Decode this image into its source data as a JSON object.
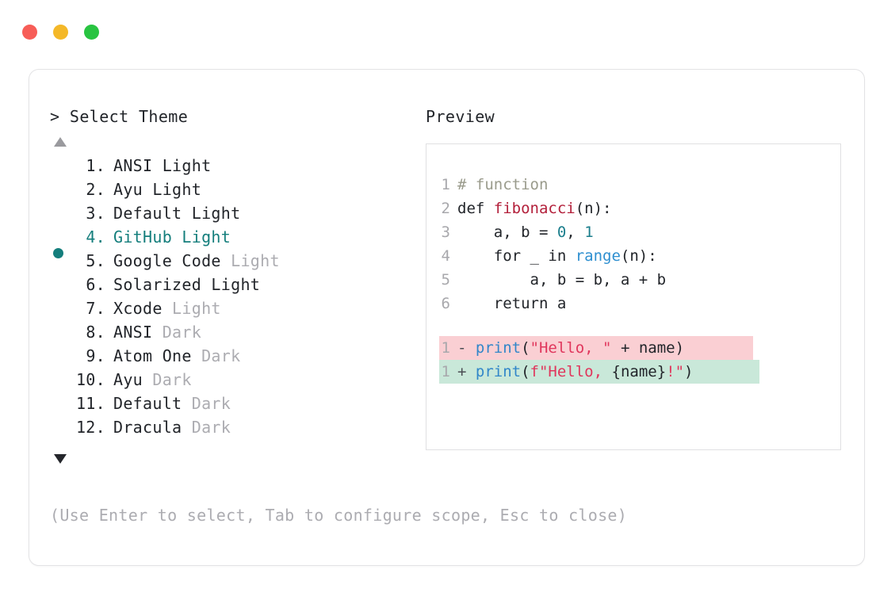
{
  "window": {
    "dots": [
      {
        "name": "close",
        "color": "#F75D57"
      },
      {
        "name": "minimize",
        "color": "#F4B828"
      },
      {
        "name": "maximize",
        "color": "#28C441"
      }
    ]
  },
  "left": {
    "prompt": "> Select Theme",
    "scroll_up_glyph": "▲",
    "scroll_down_glyph": "▼",
    "selected_index": 4,
    "selected_bullet": "●",
    "items": [
      {
        "index": "1.",
        "name": "ANSI",
        "variant": " Light",
        "variant_dim": false,
        "selected": false
      },
      {
        "index": "2.",
        "name": "Ayu",
        "variant": " Light",
        "variant_dim": false,
        "selected": false
      },
      {
        "index": "3.",
        "name": "Default",
        "variant": " Light",
        "variant_dim": false,
        "selected": false
      },
      {
        "index": "4.",
        "name": "GitHub",
        "variant": " Light",
        "variant_dim": false,
        "selected": true
      },
      {
        "index": "5.",
        "name": "Google Code",
        "variant": " Light",
        "variant_dim": true,
        "selected": false
      },
      {
        "index": "6.",
        "name": "Solarized",
        "variant": " Light",
        "variant_dim": false,
        "selected": false
      },
      {
        "index": "7.",
        "name": "Xcode",
        "variant": " Light",
        "variant_dim": true,
        "selected": false
      },
      {
        "index": "8.",
        "name": "ANSI",
        "variant": " Dark",
        "variant_dim": true,
        "selected": false
      },
      {
        "index": "9.",
        "name": "Atom One",
        "variant": " Dark",
        "variant_dim": true,
        "selected": false
      },
      {
        "index": "10.",
        "name": "Ayu",
        "variant": " Dark",
        "variant_dim": true,
        "selected": false
      },
      {
        "index": "11.",
        "name": "Default",
        "variant": " Dark",
        "variant_dim": true,
        "selected": false
      },
      {
        "index": "12.",
        "name": "Dracula",
        "variant": " Dark",
        "variant_dim": true,
        "selected": false
      }
    ]
  },
  "right": {
    "label": "Preview",
    "code_lines": [
      {
        "no": "1",
        "tokens": [
          {
            "t": "# function",
            "c": "comment"
          }
        ]
      },
      {
        "no": "2",
        "tokens": [
          {
            "t": "def ",
            "c": "kw"
          },
          {
            "t": "fibonacci",
            "c": "fn"
          },
          {
            "t": "(n):",
            "c": "plain"
          }
        ]
      },
      {
        "no": "3",
        "tokens": [
          {
            "t": "    a, b = ",
            "c": "plain"
          },
          {
            "t": "0",
            "c": "num"
          },
          {
            "t": ", ",
            "c": "plain"
          },
          {
            "t": "1",
            "c": "num"
          }
        ]
      },
      {
        "no": "4",
        "tokens": [
          {
            "t": "    for _ in ",
            "c": "plain"
          },
          {
            "t": "range",
            "c": "builtin"
          },
          {
            "t": "(n):",
            "c": "plain"
          }
        ]
      },
      {
        "no": "5",
        "tokens": [
          {
            "t": "        a, b = b, a + b",
            "c": "plain"
          }
        ]
      },
      {
        "no": "6",
        "tokens": [
          {
            "t": "    return a",
            "c": "plain"
          }
        ]
      }
    ],
    "diff_lines": [
      {
        "no": "1",
        "mark": "- ",
        "kind": "removed",
        "bg": "#FACFD3",
        "tokens": [
          {
            "t": "print",
            "c": "call"
          },
          {
            "t": "(",
            "c": "plain"
          },
          {
            "t": "\"Hello, \"",
            "c": "str"
          },
          {
            "t": " + name)",
            "c": "plain"
          }
        ]
      },
      {
        "no": "1",
        "mark": "+ ",
        "kind": "added",
        "bg": "#C9E8D9",
        "tokens": [
          {
            "t": "print",
            "c": "call"
          },
          {
            "t": "(",
            "c": "plain"
          },
          {
            "t": "f\"Hello, ",
            "c": "str"
          },
          {
            "t": "{name}",
            "c": "plain"
          },
          {
            "t": "!\"",
            "c": "str"
          },
          {
            "t": ")",
            "c": "plain"
          }
        ]
      }
    ]
  },
  "footer": {
    "hint": "(Use Enter to select, Tab to configure scope, Esc to close)"
  },
  "colors": {
    "accent_teal": "#147E7C",
    "text": "#22252A",
    "dim": "#ACACB1",
    "border": "#E3E3E5",
    "diff_removed_bg": "#FACFD3",
    "diff_added_bg": "#C9E8D9"
  }
}
